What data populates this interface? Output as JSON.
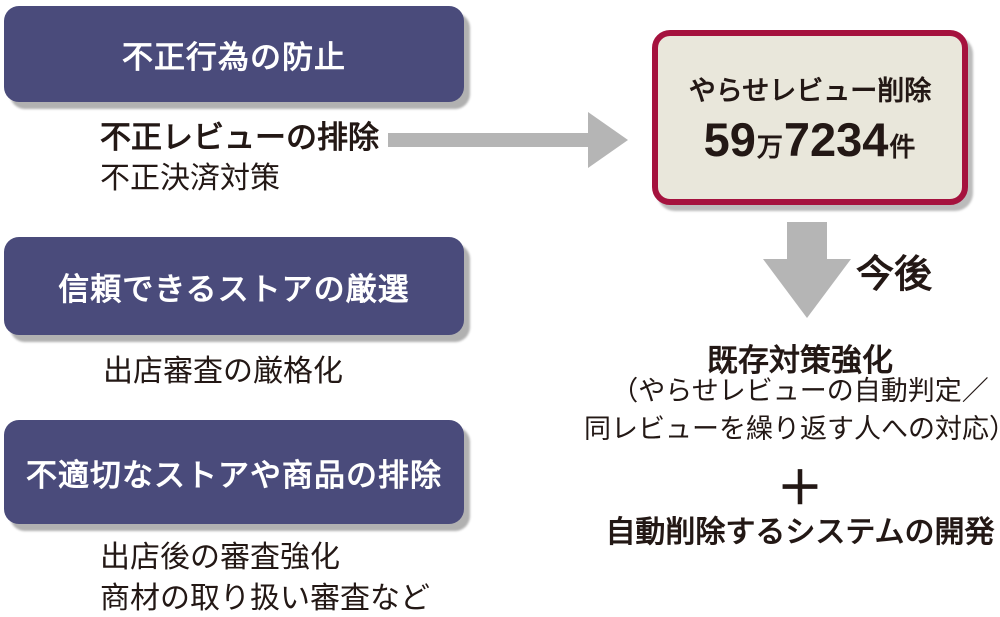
{
  "palette": {
    "panel_navy": "#4a4b7b",
    "accent_red": "#a5123e",
    "result_bg": "#e9e7db",
    "arrow_gray": "#b5b5b5",
    "text": "#231815"
  },
  "left_sections": [
    {
      "header": "不正行為の防止",
      "items": [
        {
          "text": "不正レビューの排除"
        },
        {
          "text": "不正決済対策"
        }
      ]
    },
    {
      "header": "信頼できるストアの厳選",
      "items": [
        {
          "text": "出店審査の厳格化"
        }
      ]
    },
    {
      "header": "不適切なストアや商品の排除",
      "items": [
        {
          "text": "出店後の審査強化"
        },
        {
          "text": "商材の取り扱い審査など"
        }
      ]
    }
  ],
  "result_box": {
    "title": "やらせレビュー削除",
    "count": {
      "num1": "59",
      "unit1": "万",
      "num2": "7234",
      "unit2": "件"
    }
  },
  "future": {
    "arrow_label": "今後",
    "heading": "既存対策強化",
    "details": [
      "（やらせレビューの自動判定／",
      "同レビューを繰り返す人への対応）"
    ],
    "plus": "＋",
    "development": "自動削除するシステムの開発"
  }
}
